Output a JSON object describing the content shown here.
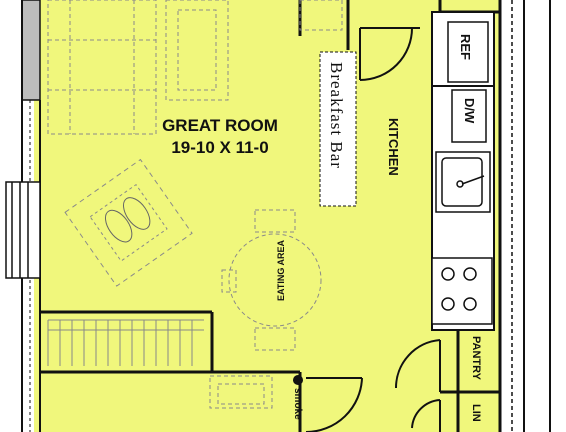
{
  "rooms": {
    "great_room": {
      "name": "GREAT ROOM",
      "size": "19-10 X 11-0"
    },
    "kitchen": {
      "name": "KITCHEN"
    },
    "breakfast_bar": {
      "label": "Breakfast Bar"
    },
    "eating_area": {
      "label": "EATING AREA"
    }
  },
  "fixtures": {
    "ref": "REF",
    "dw": "D/W",
    "pantry": "PANTRY",
    "linen": "LIN",
    "smoke": "smoke"
  },
  "colors": {
    "floor": "#f0f77c",
    "wall": "#111111",
    "counter": "#ffffff",
    "furniture_line": "#8a8a8a"
  }
}
